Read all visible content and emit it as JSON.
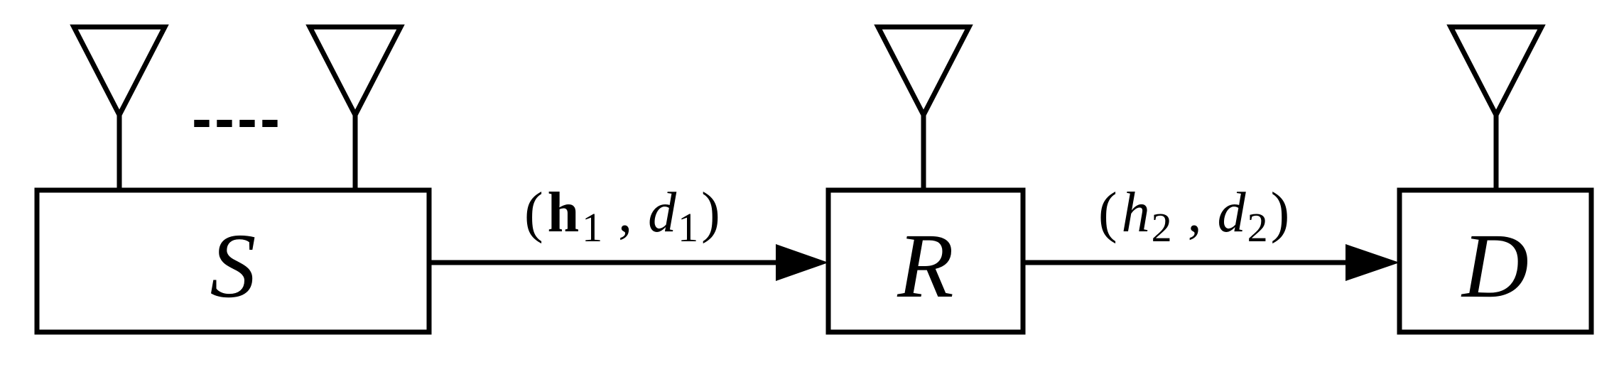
{
  "nodes": {
    "source": {
      "label": "S"
    },
    "relay": {
      "label": "R"
    },
    "destination": {
      "label": "D"
    }
  },
  "antenna_ellipsis": "----",
  "links": {
    "source_relay": {
      "channel": "h",
      "channel_subscript": "1",
      "distance": "d",
      "distance_subscript": "1",
      "open_paren": "(",
      "comma": ",",
      "close_paren": ")"
    },
    "relay_destination": {
      "channel": "h",
      "channel_subscript": "2",
      "distance": "d",
      "distance_subscript": "2",
      "open_paren": "(",
      "comma": ",",
      "close_paren": ")"
    }
  },
  "colors": {
    "stroke": "#000000",
    "background": "#ffffff"
  }
}
